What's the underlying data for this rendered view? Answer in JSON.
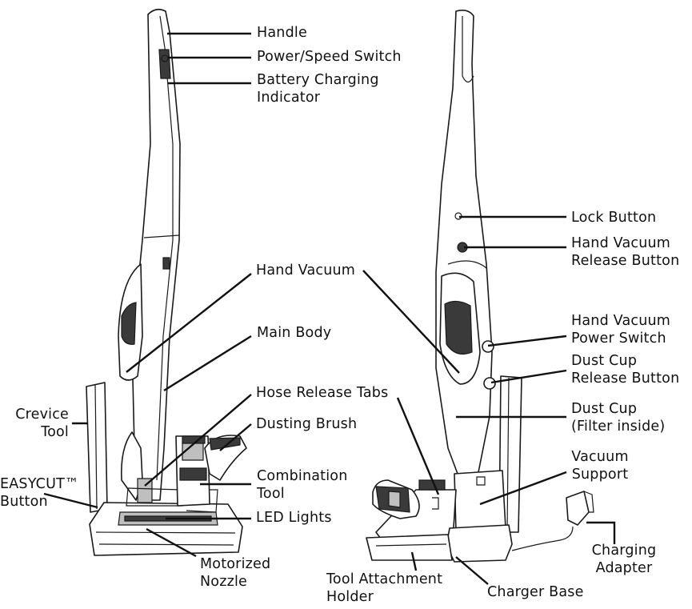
{
  "labels": {
    "handle": "Handle",
    "power_speed_switch": "Power/Speed Switch",
    "battery_charging_indicator": [
      "Battery Charging",
      "Indicator"
    ],
    "hand_vacuum": "Hand Vacuum",
    "main_body": "Main Body",
    "hose_release_tabs": "Hose Release Tabs",
    "dusting_brush": "Dusting Brush",
    "combination_tool": [
      "Combination",
      "Tool"
    ],
    "led_lights": "LED Lights",
    "motorized_nozzle": [
      "Motorized",
      "Nozzle"
    ],
    "crevice_tool": [
      "Crevice",
      "Tool"
    ],
    "easycut_button": [
      "EASYCUT™",
      "Button"
    ],
    "lock_button": "Lock Button",
    "hand_vacuum_release_button": [
      "Hand Vacuum",
      "Release Button"
    ],
    "hand_vacuum_power_switch": [
      "Hand Vacuum",
      "Power Switch"
    ],
    "dust_cup_release_button": [
      "Dust Cup",
      "Release Button"
    ],
    "dust_cup": [
      "Dust Cup",
      "(Filter inside)"
    ],
    "vacuum_support": [
      "Vacuum",
      "Support"
    ],
    "charging_adapter": [
      "Charging",
      "Adapter"
    ],
    "tool_attachment_holder": [
      "Tool Attachment",
      "Holder"
    ],
    "charger_base": "Charger Base"
  },
  "colors": {
    "line": "#111111",
    "fill_grey": "#bfbfbf",
    "fill_dark": "#3a3a3a"
  }
}
